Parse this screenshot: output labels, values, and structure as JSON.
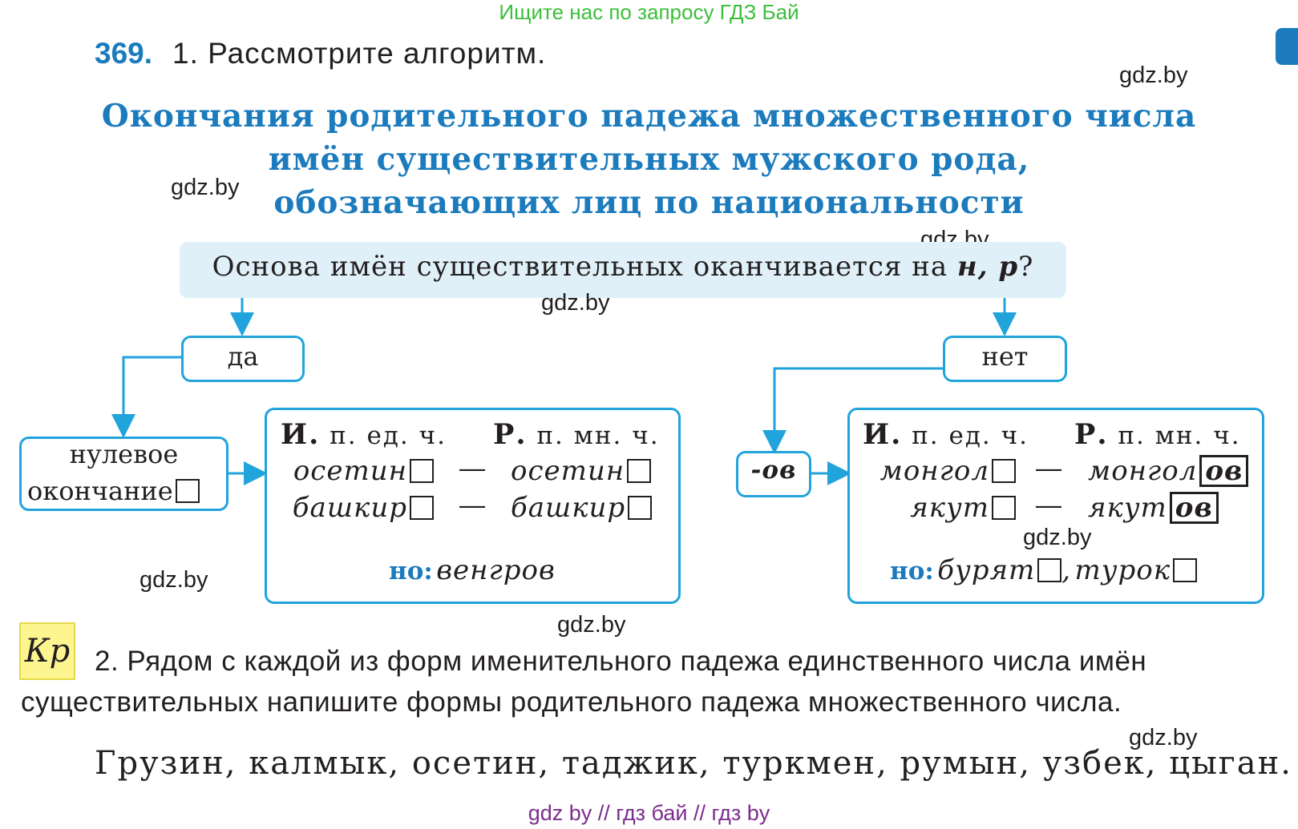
{
  "banner": "Ищите нас по запросу ГДЗ Бай",
  "watermark": "gdz.by",
  "exercise": {
    "number": "369.",
    "task1": "1. Рассмотрите алгоритм."
  },
  "title": {
    "line1": "Окончания родительного падежа множественного числа",
    "line2": "имён существительных мужского рода,",
    "line3": "обозначающих лиц по национальности"
  },
  "question": {
    "text": "Основа имён существительных оканчивается на ",
    "letters": "н, р",
    "qmark": "?"
  },
  "yes_label": "да",
  "no_label": "нет",
  "zero_ending": {
    "line1": "нулевое",
    "line2": "окончание"
  },
  "ov_label": "-ов",
  "left_table": {
    "hdr_nom_letter": "И.",
    "hdr_nom_rest": " п. ед. ч.",
    "hdr_gen_letter": "Р.",
    "hdr_gen_rest": " п. мн. ч.",
    "rows": [
      {
        "nom": "осетин",
        "gen": "осетин"
      },
      {
        "nom": "башкир",
        "gen": "башкир"
      }
    ],
    "but_label": "но:",
    "but_text": "венгров"
  },
  "right_table": {
    "hdr_nom_letter": "И.",
    "hdr_nom_rest": " п. ед. ч.",
    "hdr_gen_letter": "Р.",
    "hdr_gen_rest": " п. мн. ч.",
    "rows": [
      {
        "nom": "монгол",
        "gen": "монгол",
        "ending": "ов"
      },
      {
        "nom": "якут",
        "gen": "якут",
        "ending": "ов"
      }
    ],
    "but_label": "но:",
    "but_word1": "бурят",
    "but_sep": ",",
    "but_word2": "турок"
  },
  "dash": "—",
  "kr_badge": "Кр",
  "task2": {
    "line1": "2. Рядом с каждой из форм именительного падежа единственного числа имён",
    "line2": "существительных напишите формы родительного падежа множественного числа."
  },
  "words": "Грузин, калмык, осетин, таджик, туркмен, румын, узбек, цыган.",
  "footer": "gdz by  //  гдз бай  //  гдз by",
  "colors": {
    "accent_blue": "#1b7bbd",
    "box_border": "#21a3dc",
    "question_bg": "#dff0f9",
    "banner_green": "#3bbf3b",
    "footer_purple": "#7b2d8e",
    "badge_yellow": "#fdf58f"
  }
}
